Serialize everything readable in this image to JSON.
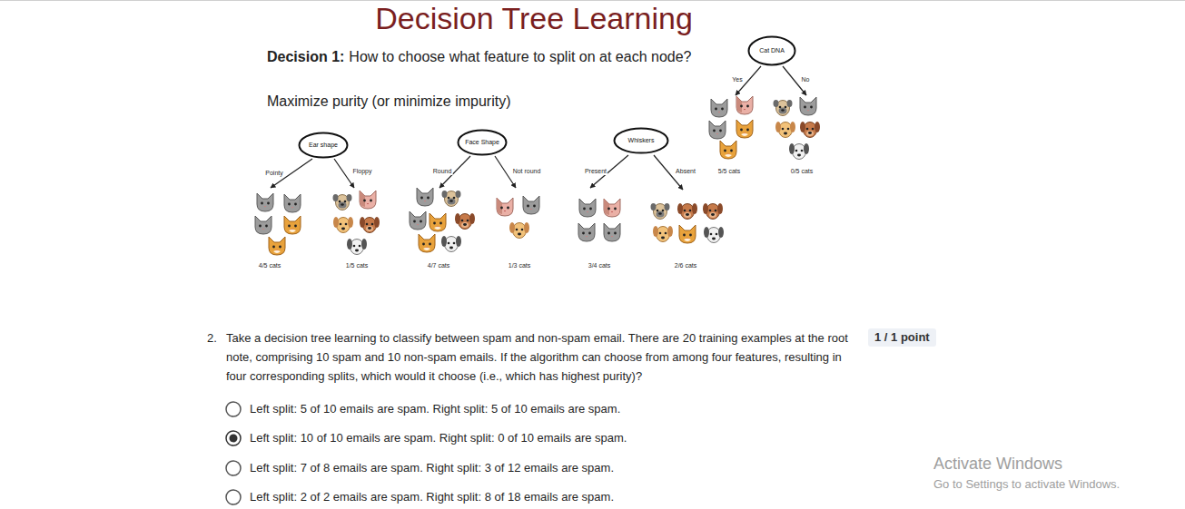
{
  "diagram": {
    "title": "Decision Tree Learning",
    "nodes": [
      {
        "text": [
          "Ear shape"
        ]
      },
      {
        "text": [
          "Face Shape"
        ]
      },
      {
        "text": [
          "Whiskers"
        ]
      },
      {
        "text": [
          "Cat DNA"
        ]
      },
      {
        "text": [
          "1 / 1 point"
        ]
      }
    ],
    "labels": [
      "Decision 1:",
      "How to choose what feature to split on at each node?",
      "Maximize purity (or minimize impurity)",
      "Yes",
      "No",
      "5/5 cats",
      "0/5 cats",
      "Pointy",
      "Floppy",
      "Round",
      "Not round",
      "Present",
      "Absent",
      "4/5 cats",
      "1/5 cats",
      "4/7 cats",
      "1/3 cats",
      "3/4 cats",
      "2/6 cats",
      "2.",
      "Take a decision tree learning to classify between spam and non-spam email. There are 20 training examples at the root note, comprising 10 spam and 10 non-spam emails. If the algorithm can choose from among four features, resulting in four corresponding splits, which would it choose (i.e., which has highest purity)?",
      "Left split: 5 of 10 emails are spam. Right split: 5 of 10 emails are spam.",
      "Left split: 10 of 10 emails are spam. Right split: 0 of 10 emails are spam.",
      "Left split: 7 of 8 emails are spam. Right split: 3 of 12 emails are spam.",
      "Left split: 2 of 2 emails are spam. Right split: 8 of 18 emails are spam.",
      "Activate Windows",
      "Go to Settings to activate Windows."
    ]
  }
}
